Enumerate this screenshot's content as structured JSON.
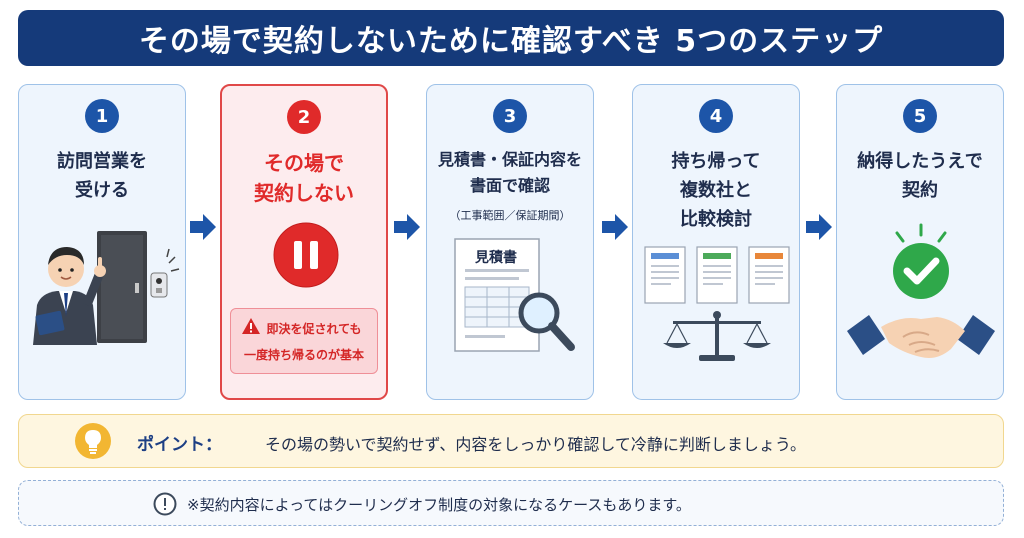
{
  "title": "その場で契約しないために確認すべき 5つのステップ",
  "steps": [
    {
      "number": "1",
      "label_lines": [
        "訪問営業を",
        "受ける"
      ]
    },
    {
      "number": "2",
      "label_lines": [
        "その場で",
        "契約しない"
      ],
      "warning_lines": [
        "即決を促されても",
        "一度持ち帰るのが基本"
      ]
    },
    {
      "number": "3",
      "label_lines": [
        "見積書・保証内容を",
        "書面で確認"
      ],
      "sub": "（工事範囲／保証期間）",
      "document_title": "見積書"
    },
    {
      "number": "4",
      "label_lines": [
        "持ち帰って",
        "複数社と",
        "比較検討"
      ]
    },
    {
      "number": "5",
      "label_lines": [
        "納得したうえで",
        "契約"
      ]
    }
  ],
  "point": {
    "label": "ポイント：",
    "text": "その場の勢いで契約せず、内容をしっかり確認して冷静に判断しましょう。"
  },
  "note": {
    "text": "※契約内容によってはクーリングオフ制度の対象になるケースもあります。"
  },
  "colors": {
    "primary": "#153a7a",
    "step_blue": "#1d55a8",
    "alert_red": "#e02a2a",
    "card_bg": "#eef5fd",
    "point_bg": "#fef6e0",
    "check_green": "#2fa84a"
  }
}
